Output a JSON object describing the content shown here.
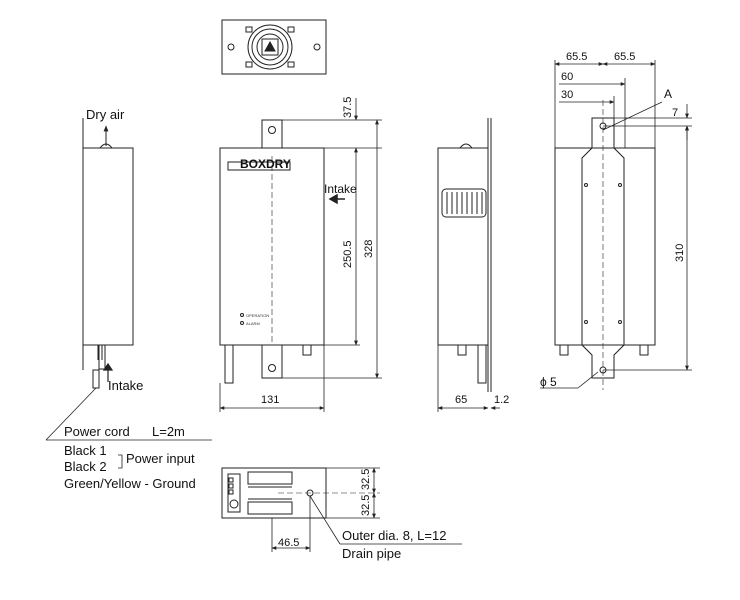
{
  "labels": {
    "dry_air": "Dry air",
    "intake_front": "Intake",
    "intake_bottom": "Intake",
    "brand": "BOXDRY",
    "operation": "OPERATION",
    "alarm": "ALARM",
    "point_a": "A",
    "hole_dia": "ϕ 5",
    "power_cord": "Power cord",
    "cord_length": "L=2m",
    "black1": "Black 1",
    "black2": "Black 2",
    "power_input": "Power input",
    "ground": "Green/Yellow - Ground",
    "drain_spec": "Outer dia. 8, L=12",
    "drain_pipe": "Drain pipe"
  },
  "dims": {
    "top_offset": "37.5",
    "body_height": "250.5",
    "total_height": "328",
    "width_front": "131",
    "depth_side": "65",
    "plate_thickness": "1.2",
    "half_left": "65.5",
    "half_right": "65.5",
    "dim_60": "60",
    "dim_30": "30",
    "dim_7": "7",
    "mount_pitch": "310",
    "bottom_upper": "32.5",
    "bottom_lower": "32.5",
    "bottom_left": "46.5"
  },
  "colors": {
    "line": "#222222",
    "body_fill": "#ffffff"
  }
}
